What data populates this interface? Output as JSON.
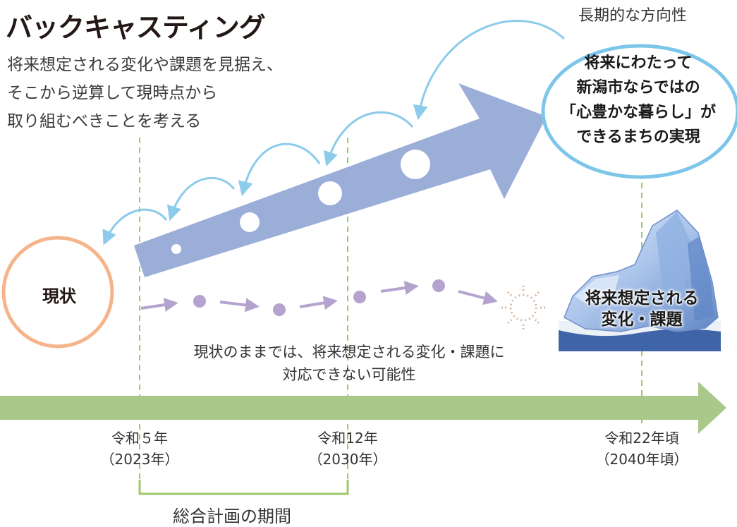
{
  "title": "バックキャスティング",
  "intro": [
    "将来想定される変化や課題を見据え、",
    "そこから逆算して現時点から",
    "取り組むべきことを考える"
  ],
  "longterm_label": "長期的な方向性",
  "goal": [
    "将来にわたって",
    "新潟市ならではの",
    "「心豊かな暮らし」が",
    "できるまちの実現"
  ],
  "current_label": "現状",
  "issue": [
    "将来想定される",
    "変化・課題"
  ],
  "warning": [
    "現状のままでは、将来想定される変化・課題に",
    "対応できない可能性"
  ],
  "timeline": [
    {
      "era": "令和５年",
      "year": "（2023年）"
    },
    {
      "era": "令和12年",
      "year": "（2030年）"
    },
    {
      "era": "令和22年頃",
      "year": "（2040年頃）"
    }
  ],
  "period_label": "総合計画の期間",
  "colors": {
    "big_arrow": "#9aaed8",
    "timeline_arrow": "#a8c98a",
    "dashed_line": "#9cc96a",
    "current_circle": "#f5b48a",
    "goal_circle": "#7cc6ea",
    "curve_arrow": "#8ccbec",
    "dots": "#b4a3cf",
    "sun": "#d8b8a0",
    "iceberg": "#6f8fc8",
    "sea": "#3f65a8"
  },
  "icons": {
    "sun": "dotted-sun-icon",
    "iceberg": "iceberg-icon"
  }
}
